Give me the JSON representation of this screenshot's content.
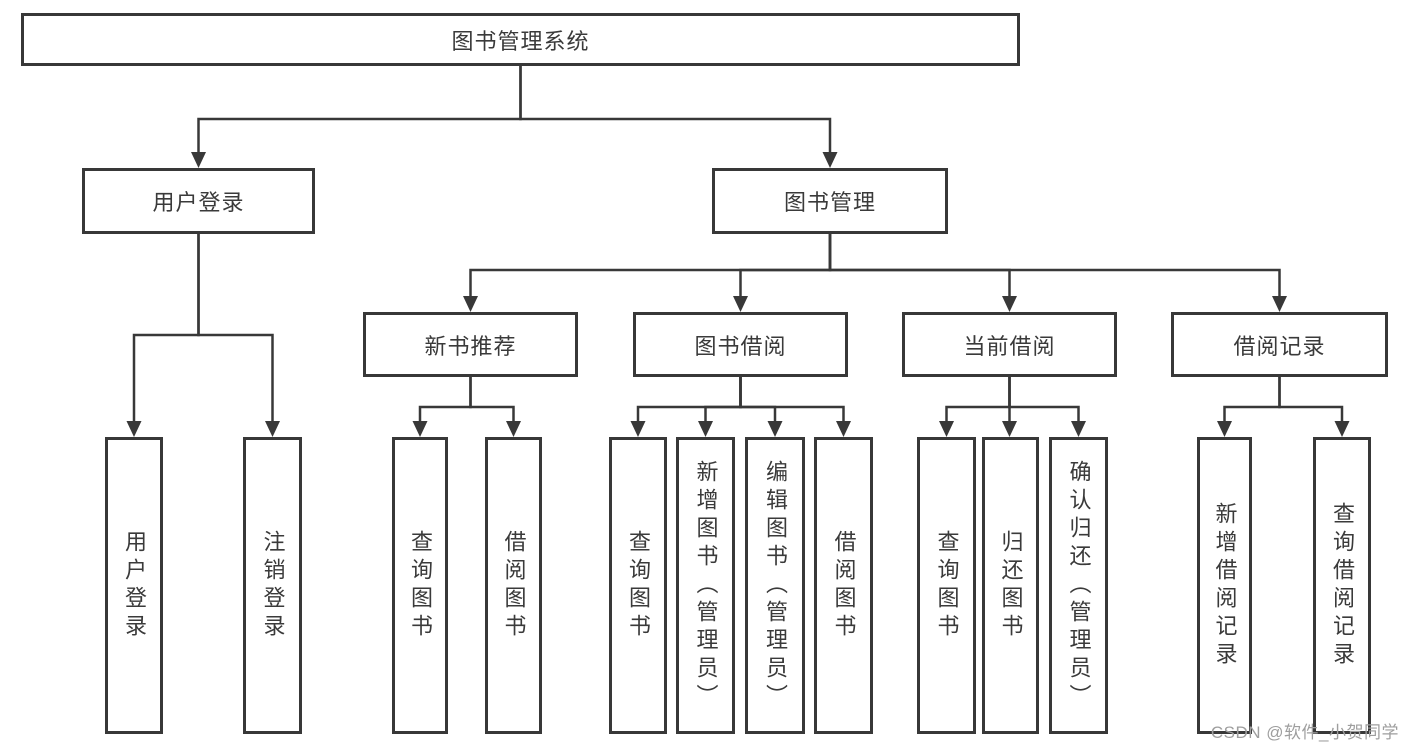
{
  "colors": {
    "line": "#383838",
    "box_border": "#383838",
    "box_fill": "#ffffff",
    "text": "#3a3a3a",
    "watermark": "#9e9e9e"
  },
  "chart_data": {
    "type": "tree-diagram",
    "title": "图书管理系统"
  },
  "tree": {
    "root": "图书管理系统",
    "branches": [
      {
        "label": "用户登录",
        "children": [
          "用户登录",
          "注销登录"
        ]
      },
      {
        "label": "图书管理",
        "children": [
          {
            "label": "新书推荐",
            "children": [
              "查询图书",
              "借阅图书"
            ]
          },
          {
            "label": "图书借阅",
            "children": [
              "查询图书",
              "新增图书（管理员）",
              "编辑图书（管理员）",
              "借阅图书"
            ]
          },
          {
            "label": "当前借阅",
            "children": [
              "查询图书",
              "归还图书",
              "确认归还（管理员）"
            ]
          },
          {
            "label": "借阅记录",
            "children": [
              "新增借阅记录",
              "查询借阅记录"
            ]
          }
        ]
      }
    ]
  },
  "watermark": {
    "text": "CSDN @软件_小贺同学"
  }
}
